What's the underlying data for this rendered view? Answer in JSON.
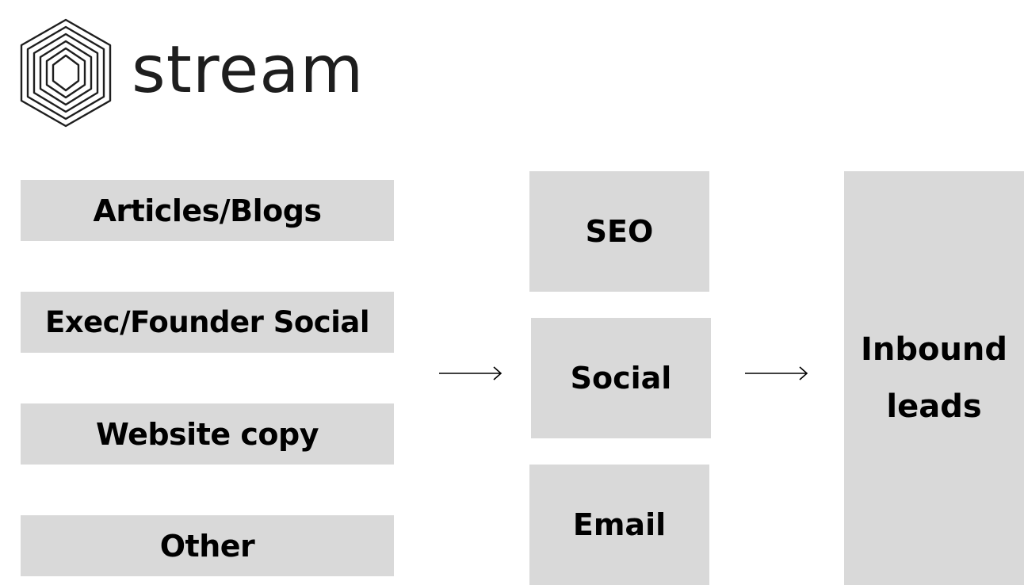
{
  "colors": {
    "box_fill": "#d9d9d9",
    "text": "#000000",
    "logo": "#1e1e1e",
    "background": "#ffffff"
  },
  "logo": {
    "icon": "layered-hexagon-logo-icon",
    "text": "stream"
  },
  "diagram": {
    "sources": [
      {
        "label": "Articles/Blogs"
      },
      {
        "label": "Exec/Founder Social"
      },
      {
        "label": "Website copy"
      },
      {
        "label": "Other"
      }
    ],
    "channels": [
      {
        "label": "SEO"
      },
      {
        "label": "Social"
      },
      {
        "label": "Email"
      }
    ],
    "outcome": {
      "label": "Inbound leads"
    },
    "arrows": [
      {
        "icon": "right-arrow-icon"
      },
      {
        "icon": "right-arrow-icon"
      }
    ]
  }
}
